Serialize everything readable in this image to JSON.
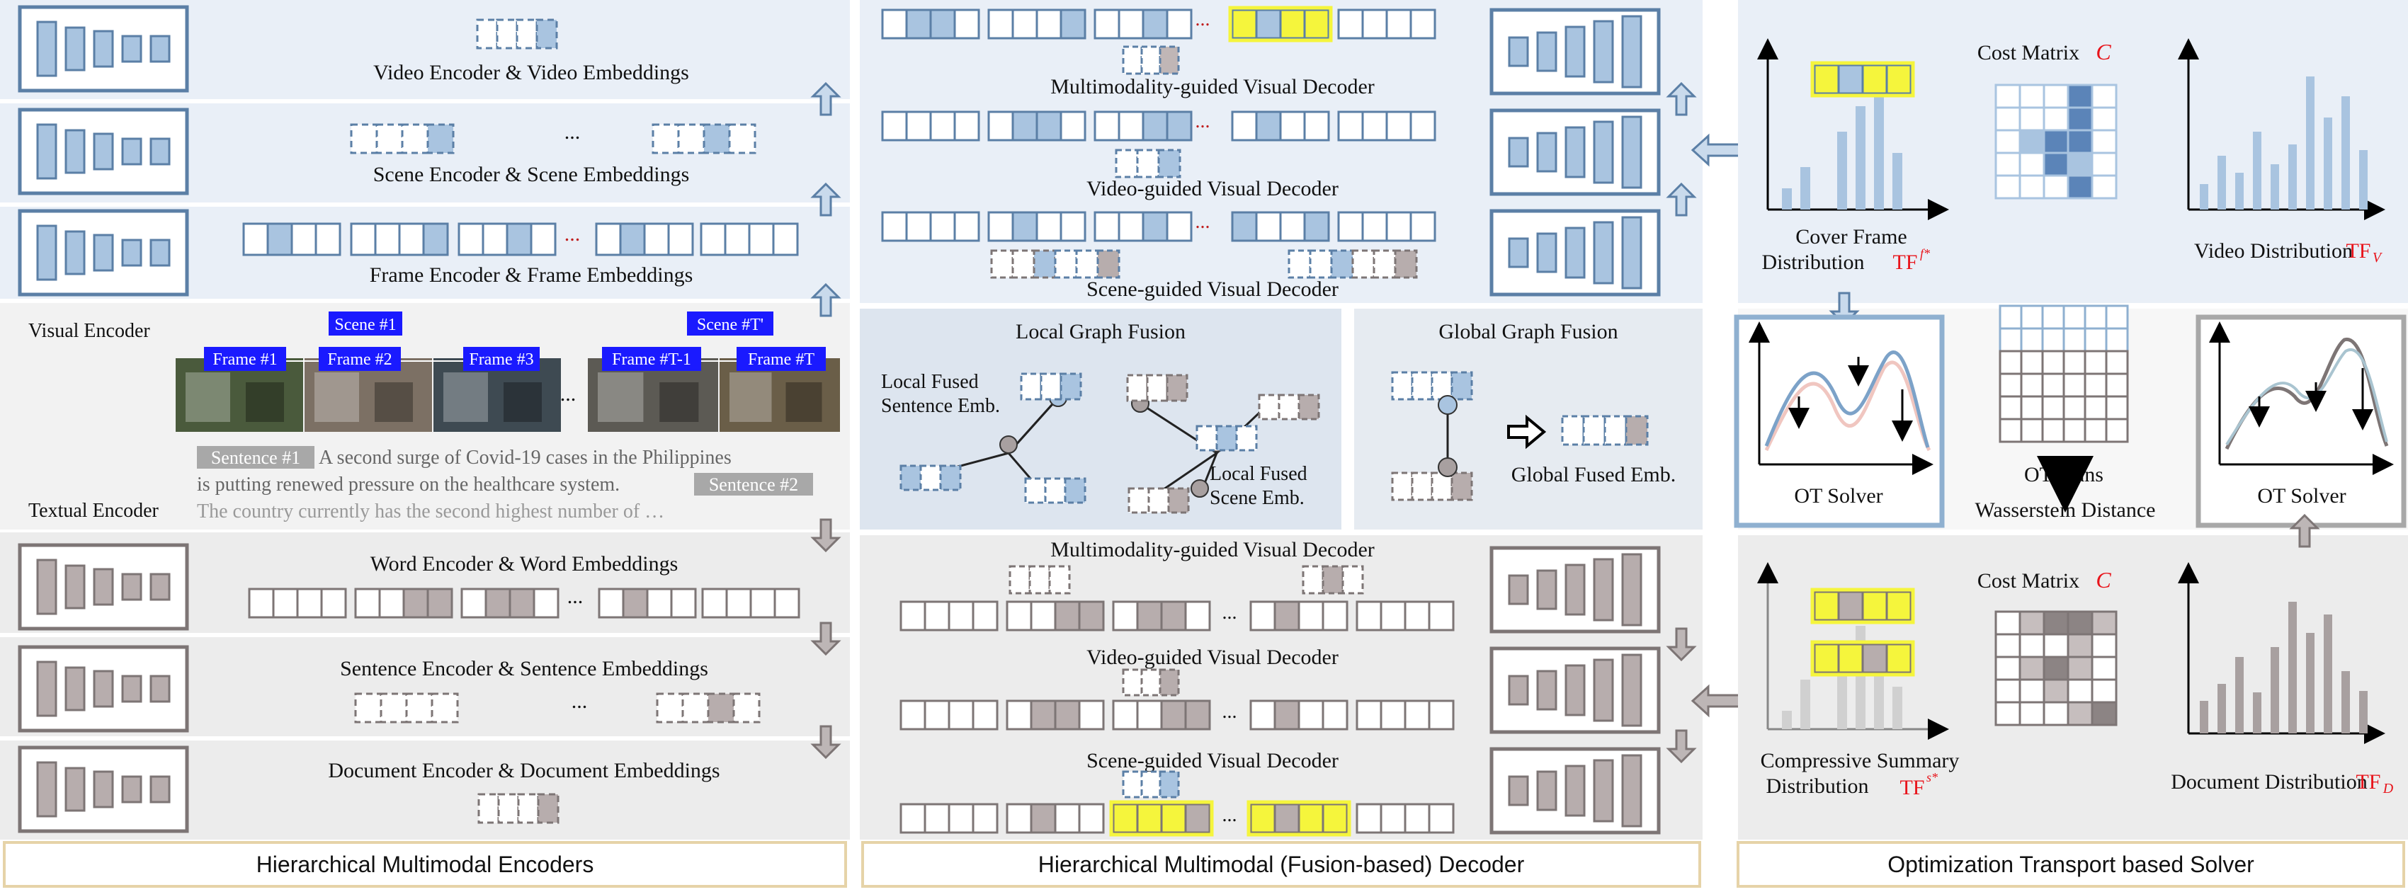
{
  "encoders": {
    "video": "Video Encoder & Video Embeddings",
    "scene": "Scene Encoder & Scene Embeddings",
    "frame": "Frame Encoder & Frame Embeddings",
    "visual_label": "Visual Encoder",
    "textual_label": "Textual Encoder",
    "scene_tags": [
      "Scene #1",
      "Scene #T'"
    ],
    "frame_tags": [
      "Frame #1",
      "Frame #2",
      "Frame #3",
      "Frame #T-1",
      "Frame #T"
    ],
    "ellipsis": "...",
    "sentence_tag_1": "Sentence #1",
    "sentence_tag_2": "Sentence #2",
    "text_line_1": "A second surge of Covid-19 cases in the Philippines",
    "text_line_2": "is putting renewed pressure on the healthcare system.",
    "text_line_3": "The country currently has the second highest number of …",
    "word": "Word Encoder & Word Embeddings",
    "sentence": "Sentence Encoder & Sentence Embeddings",
    "document": "Document Encoder & Document Embeddings",
    "footer": "Hierarchical Multimodal Encoders"
  },
  "decoder": {
    "multimodality": "Multimodality-guided Visual Decoder",
    "video": "Video-guided Visual Decoder",
    "scene": "Scene-guided Visual Decoder",
    "local_title": "Local Graph Fusion",
    "local_sentence": [
      "Local Fused",
      "Sentence Emb."
    ],
    "local_scene": [
      "Local Fused",
      "Scene Emb."
    ],
    "global_title": "Global Graph Fusion",
    "global_emb": "Global Fused Emb.",
    "footer": "Hierarchical Multimodal (Fusion-based) Decoder"
  },
  "solver": {
    "cost_matrix": "Cost Matrix",
    "cost_symbol": "C",
    "cover_frame": [
      "Cover Frame",
      "Distribution"
    ],
    "cover_tf": "TF",
    "cover_sub": "f*",
    "video_dist": "Video Distribution",
    "video_tf": "TF",
    "video_sub": "V",
    "ot_solver": "OT Solver",
    "ot_plans": "OT Plans",
    "wasserstein": "Wasserstein Distance",
    "compressive": [
      "Compressive Summary",
      "Distribution"
    ],
    "comp_tf": "TF",
    "comp_sub": "s*",
    "document_dist": "Document Distribution",
    "doc_tf": "TF",
    "doc_sub": "D",
    "footer": "Optimization Transport based Solver"
  },
  "colors": {
    "blue_panel": "#e9eff7",
    "gray_panel": "#ececec",
    "blue_stroke": "#5b7fa6",
    "blue_fill": "#a9c4e0",
    "gray_stroke": "#7d7575",
    "gray_fill": "#b7adad",
    "highlight": "#f5f53c",
    "tag_blue": "#1a1aff",
    "accent_red": "#e8141b",
    "footer_border": "#e6d3a8"
  }
}
